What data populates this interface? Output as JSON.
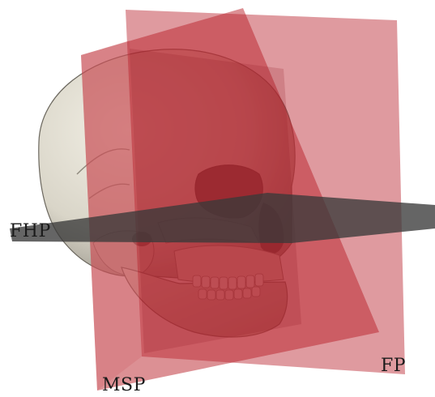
{
  "labels": {
    "fhp": "FHP",
    "msp": "MSP",
    "fp": "FP"
  },
  "colors": {
    "background": "#ffffff",
    "plane_red": "#c0343c",
    "plane_dark": "#3a3a3a",
    "bone": "#e6e2d6",
    "bone_shadow": "#8e8a80"
  }
}
